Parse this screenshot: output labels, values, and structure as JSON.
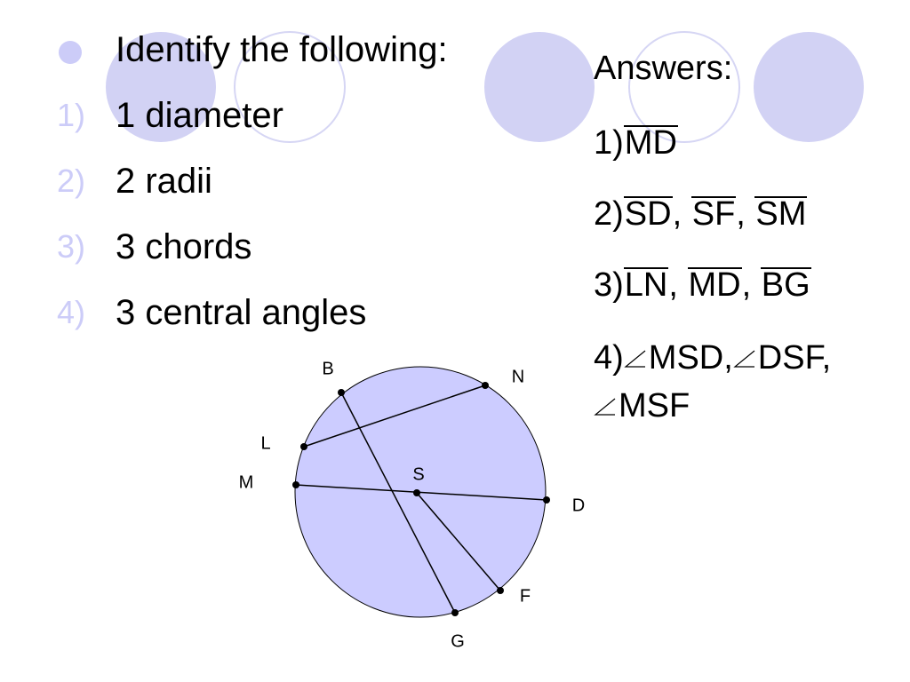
{
  "colors": {
    "accent": "#ccccf8",
    "circle_fill": "#ccccff",
    "deco_fill": "#d2d2f4",
    "deco_stroke": "#d6d6f4",
    "text": "#000000"
  },
  "question": {
    "bullet_text": "Identify the following:",
    "items": [
      {
        "num": "1)",
        "text": "1 diameter"
      },
      {
        "num": "2)",
        "text": "2 radii"
      },
      {
        "num": "3)",
        "text": "3 chords"
      },
      {
        "num": "4)",
        "text": "3 central angles"
      }
    ]
  },
  "answers": {
    "title": "Answers:",
    "a1": {
      "num": "1)",
      "segments": [
        "MD"
      ]
    },
    "a2": {
      "num": "2)",
      "segments": [
        "SD",
        "SF",
        "SM"
      ],
      "separator": ", "
    },
    "a3": {
      "num": "3)",
      "segments": [
        "LN",
        "MD",
        "BG"
      ],
      "separator": ", "
    },
    "a4": {
      "num": "4)",
      "angles": [
        "MSD,",
        "DSF,",
        "MSF"
      ]
    }
  },
  "diagram": {
    "points": [
      {
        "id": "B",
        "label": "B"
      },
      {
        "id": "N",
        "label": "N"
      },
      {
        "id": "L",
        "label": "L"
      },
      {
        "id": "M",
        "label": "M"
      },
      {
        "id": "S",
        "label": "S"
      },
      {
        "id": "D",
        "label": "D"
      },
      {
        "id": "F",
        "label": "F"
      },
      {
        "id": "G",
        "label": "G"
      }
    ],
    "segments": [
      [
        "B",
        "G"
      ],
      [
        "L",
        "N"
      ],
      [
        "M",
        "D"
      ],
      [
        "S",
        "F"
      ]
    ]
  }
}
